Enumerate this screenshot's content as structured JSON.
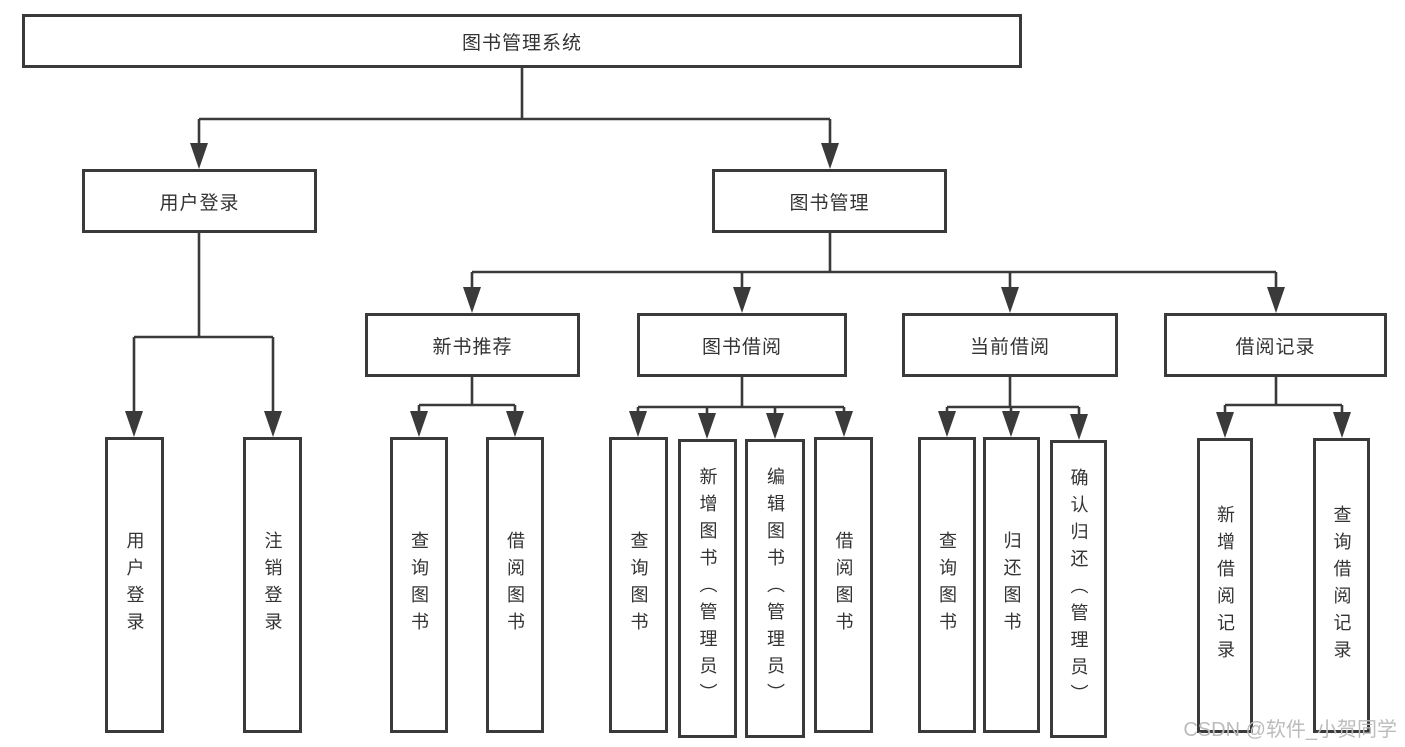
{
  "diagram": {
    "root": {
      "label": "图书管理系统"
    },
    "level2": [
      {
        "label": "用户登录"
      },
      {
        "label": "图书管理"
      }
    ],
    "level3": [
      {
        "label": "新书推荐"
      },
      {
        "label": "图书借阅"
      },
      {
        "label": "当前借阅"
      },
      {
        "label": "借阅记录"
      }
    ],
    "leaves": {
      "user_login": [
        "用户登录",
        "注销登录"
      ],
      "new_book": [
        "查询图书",
        "借阅图书"
      ],
      "book_borrow": [
        "查询图书",
        "新增图书（管理员）",
        "编辑图书（管理员）",
        "借阅图书"
      ],
      "current_borrow": [
        "查询图书",
        "归还图书",
        "确认归还（管理员）"
      ],
      "borrow_record": [
        "新增借阅记录",
        "查询借阅记录"
      ]
    }
  },
  "watermark": {
    "text": "CSDN @软件_小贺同学"
  },
  "colors": {
    "line": "#3a3a3a",
    "box_border": "#3a3a3a",
    "text": "#333333",
    "watermark": "#bcbcbc",
    "background": "#ffffff"
  }
}
